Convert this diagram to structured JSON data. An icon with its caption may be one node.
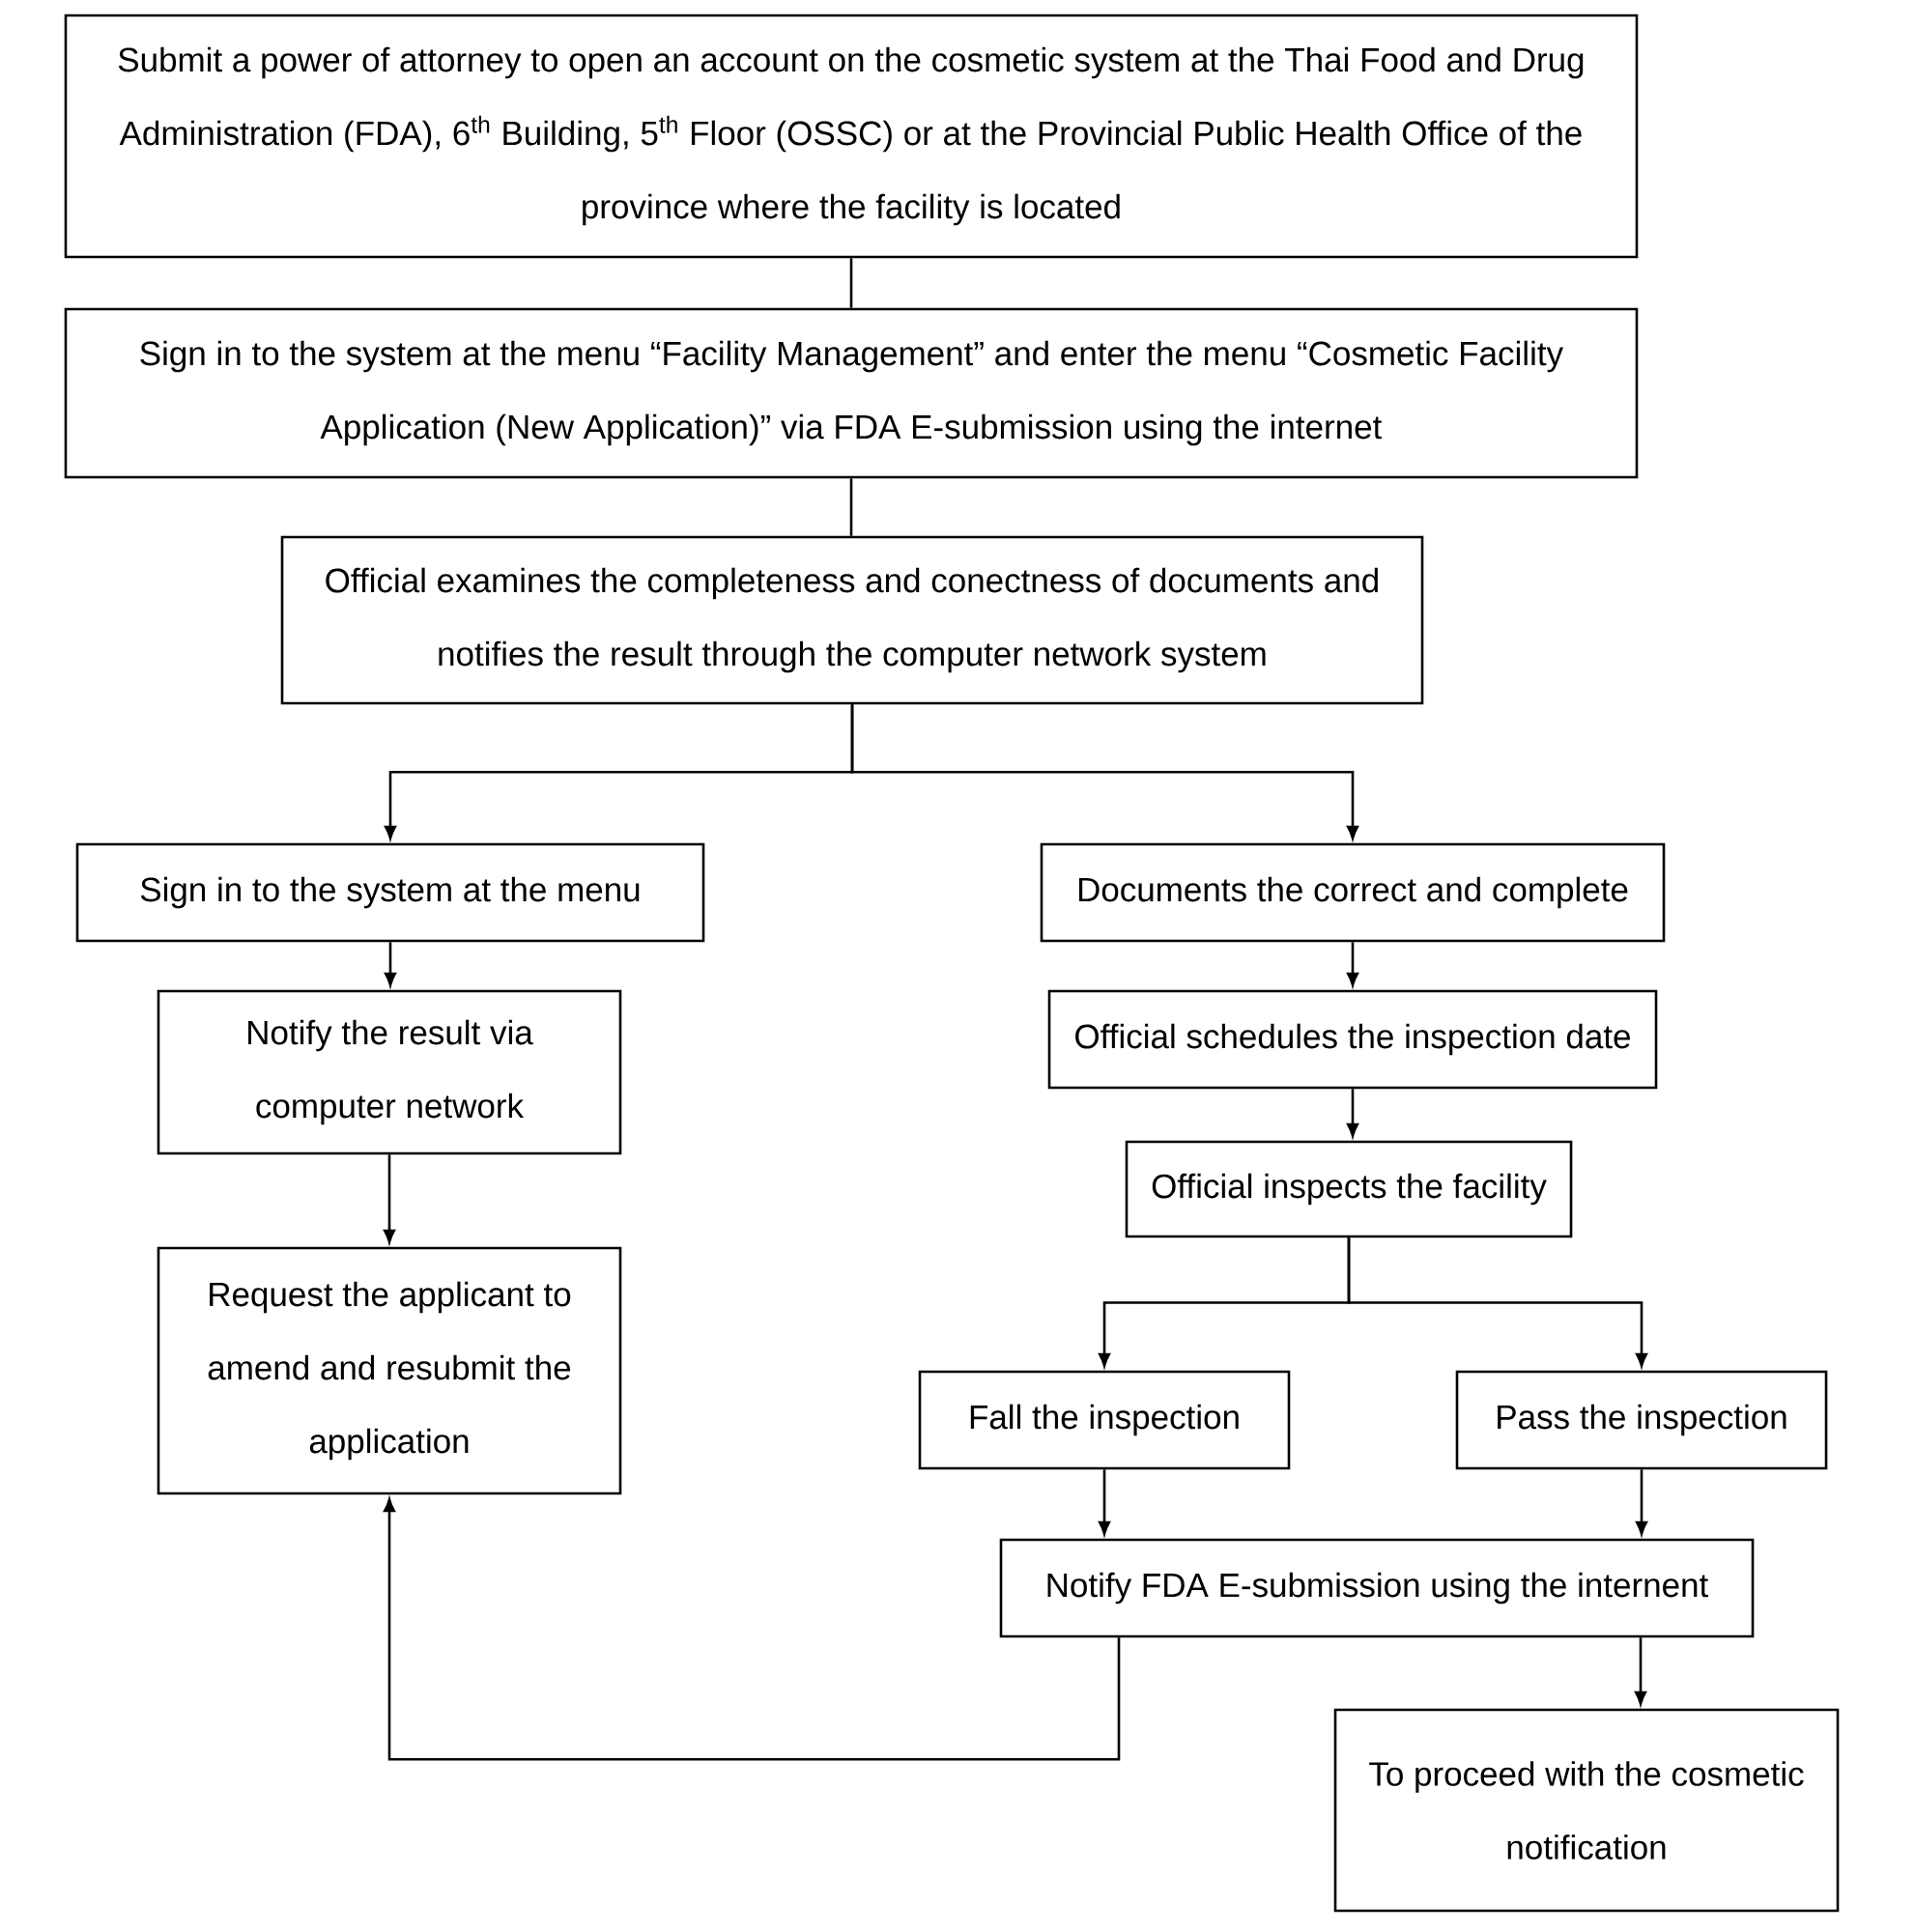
{
  "diagram": {
    "nodes": [
      {
        "text": [
          "Submit a power of attorney to open an account on the cosmetic system at the Thai Food and Drug Administration (FDA), 6$^{th}$ Building, 5$^{th}$ Floor (OSSC) or at the Provincial Public Health Office of the province where the facility is located"
        ]
      },
      {
        "text": [
          "Sign in to the system at the menu “Facility Management” and enter the menu “Cosmetic Facility Application (New Application)” via FDA E-submission using the internet"
        ]
      },
      {
        "text": [
          "Official examines the completeness and conectness of documents and notifies the result through the computer network system"
        ]
      },
      {
        "text": [
          "Sign in to the system at the menu"
        ]
      },
      {
        "text": [
          "Documents the correct and complete"
        ]
      },
      {
        "text": [
          "Notify the result via computer network"
        ]
      },
      {
        "text": [
          "Official schedules the inspection date"
        ]
      },
      {
        "text": [
          "Official inspects the facility"
        ]
      },
      {
        "text": [
          "Request the applicant to amend and resubmit the application"
        ]
      },
      {
        "text": [
          "Fall the inspection"
        ]
      },
      {
        "text": [
          "Pass the inspection"
        ]
      },
      {
        "text": [
          "Notify FDA E-submission using the internent"
        ]
      },
      {
        "text": [
          "To proceed with the cosmetic notification"
        ]
      }
    ],
    "edges": [
      {
        "from": 0,
        "to": 1,
        "arrow": "none"
      },
      {
        "from": 1,
        "to": 2,
        "arrow": "none"
      },
      {
        "from": 2,
        "to": 3,
        "arrow": "to"
      },
      {
        "from": 2,
        "to": 4,
        "arrow": "to"
      },
      {
        "from": 3,
        "to": 5,
        "arrow": "to"
      },
      {
        "from": 5,
        "to": 8,
        "arrow": "to"
      },
      {
        "from": 4,
        "to": 6,
        "arrow": "to"
      },
      {
        "from": 6,
        "to": 7,
        "arrow": "to"
      },
      {
        "from": 7,
        "to": 9,
        "arrow": "to"
      },
      {
        "from": 7,
        "to": 10,
        "arrow": "to"
      },
      {
        "from": 9,
        "to": 11,
        "arrow": "to"
      },
      {
        "from": 10,
        "to": 11,
        "arrow": "to"
      },
      {
        "from": 11,
        "to": 12,
        "arrow": "to"
      },
      {
        "from": 11,
        "to": 8,
        "arrow": "to"
      }
    ]
  }
}
